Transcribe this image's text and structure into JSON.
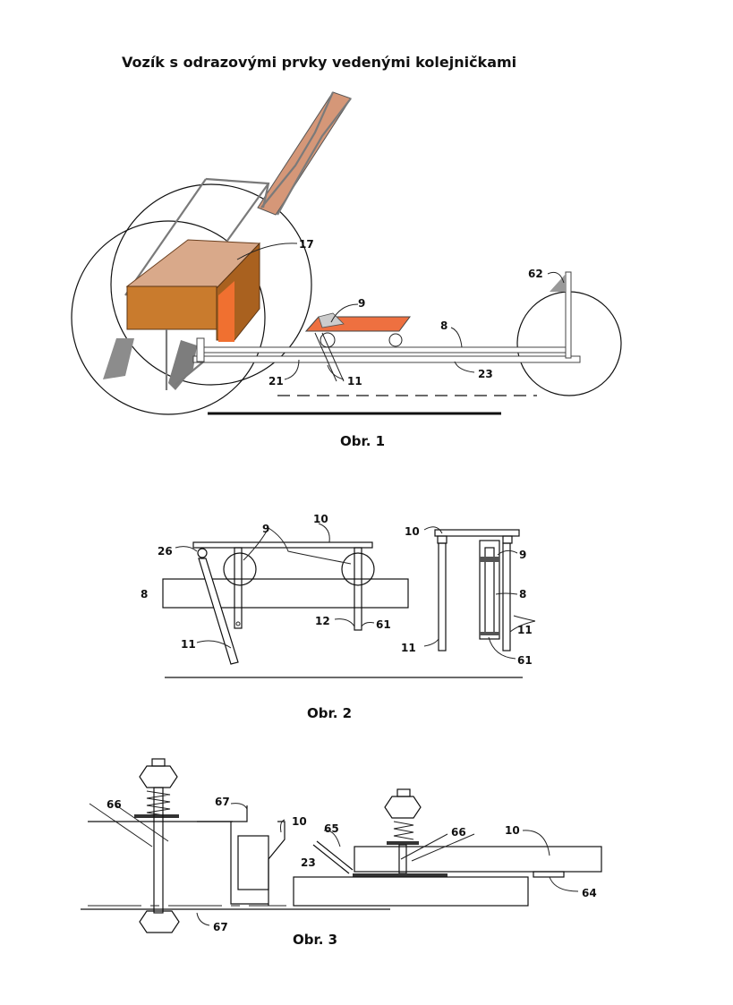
{
  "title": "Vozík s odrazovými prvky vedenými kolejničkami",
  "figures": [
    {
      "caption": "Obr. 1",
      "labels": {
        "l17": "17",
        "l9": "9",
        "l8": "8",
        "l62": "62",
        "l21": "21",
        "l11": "11",
        "l23": "23"
      }
    },
    {
      "caption": "Obr. 2",
      "labels": {
        "l10a": "10",
        "l9a": "9",
        "l26": "26",
        "l8a": "8",
        "l12": "12",
        "l61a": "61",
        "l11a": "11",
        "l10b": "10",
        "l9b": "9",
        "l8b": "8",
        "l11b": "11",
        "l11c": "11",
        "l61b": "61"
      }
    },
    {
      "caption": "Obr. 3",
      "labels": {
        "l66a": "66",
        "l67a": "67",
        "l10c": "10",
        "l67b": "67",
        "l65": "65",
        "l66b": "66",
        "l10d": "10",
        "l23b": "23",
        "l64": "64"
      }
    }
  ],
  "colors": {
    "box_top": "#d9a98a",
    "box_front": "#c97b2d",
    "orange_panel": "#f07030",
    "seat_panel": "#d59778",
    "plate": "#ee7040",
    "plow": "#9a9a9a"
  }
}
